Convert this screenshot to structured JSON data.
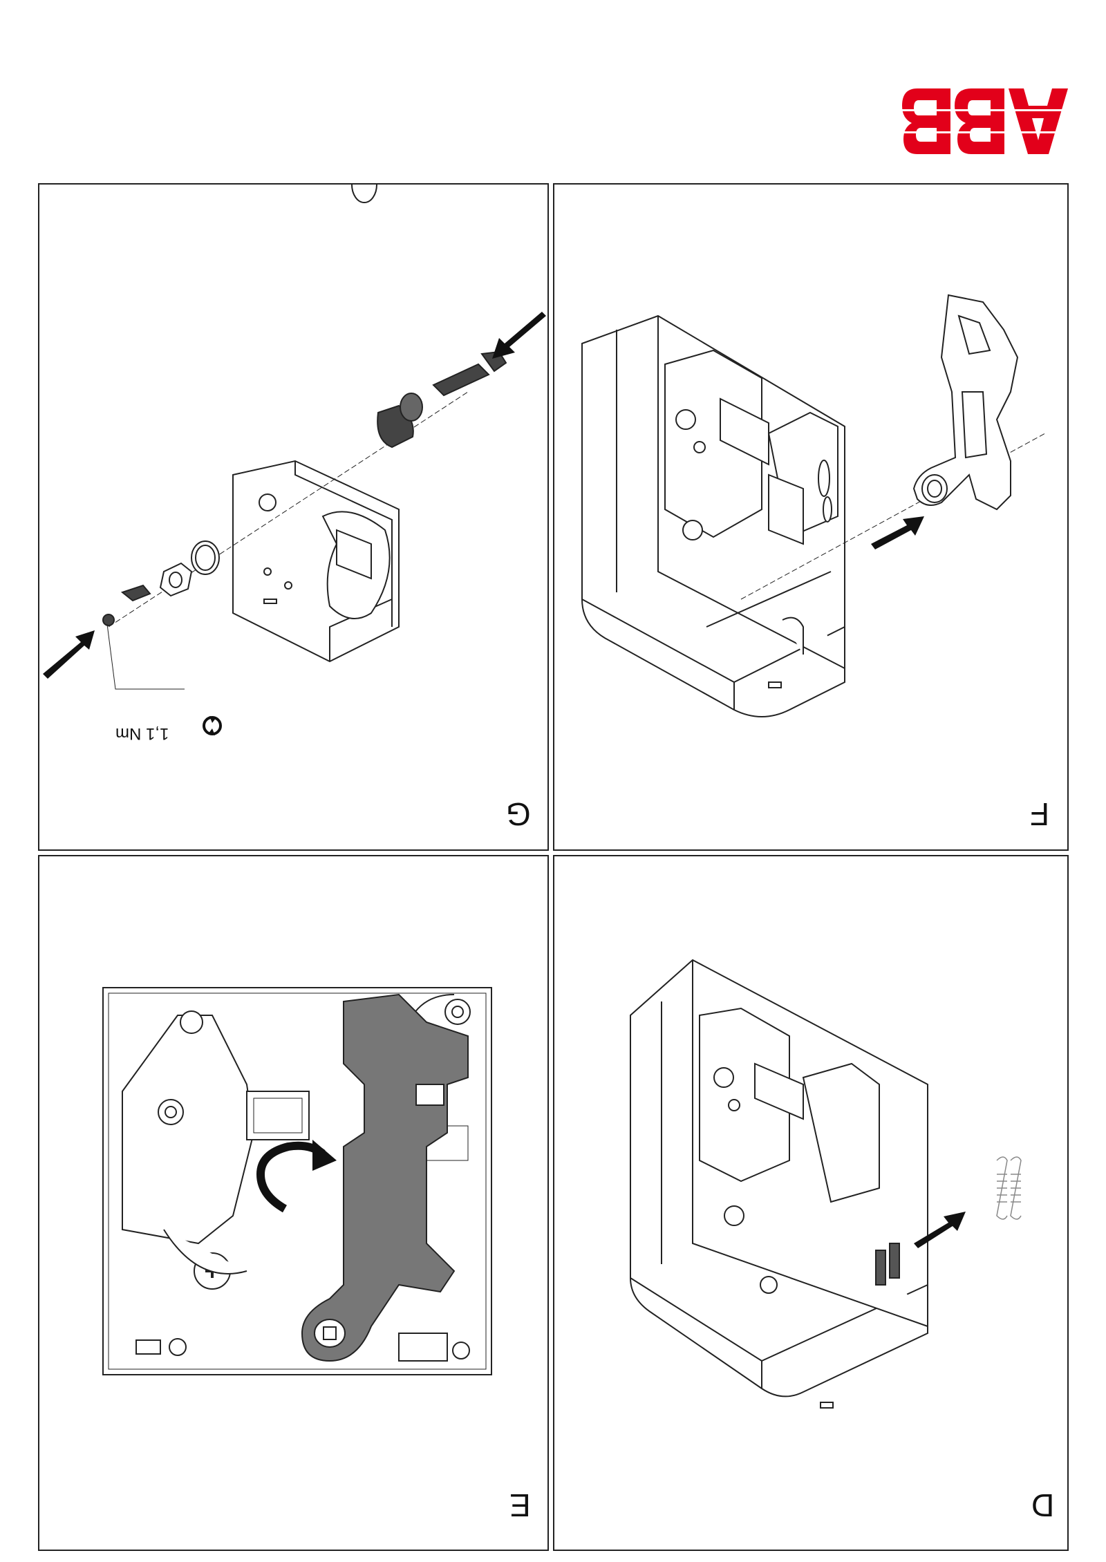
{
  "brand": {
    "logo_text": "ABB",
    "color": "#e2001a"
  },
  "panels": {
    "g": {
      "letter": "G",
      "torque": "1,1 Nm"
    },
    "f": {
      "letter": "F"
    },
    "e": {
      "letter": "E"
    },
    "d": {
      "letter": "D"
    }
  }
}
